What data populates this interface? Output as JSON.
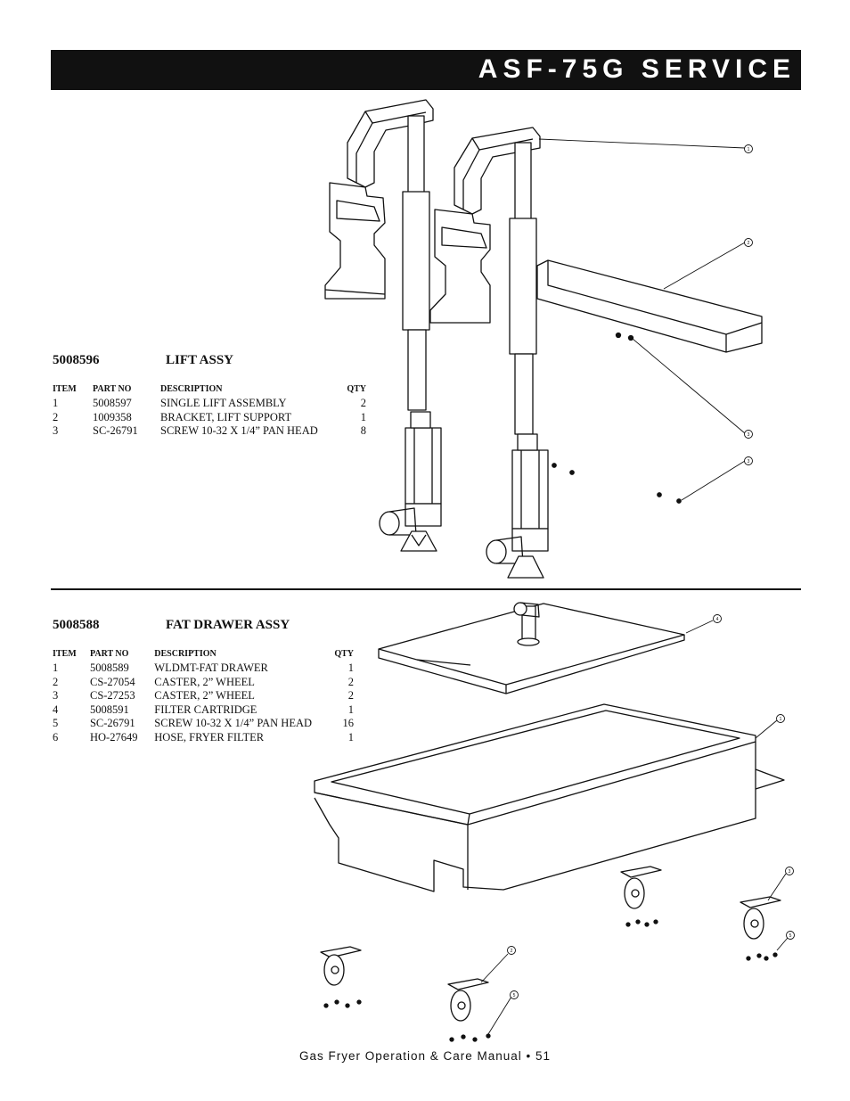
{
  "header": {
    "title": "ASF-75G SERVICE"
  },
  "lift_assy": {
    "part_number": "5008596",
    "name": "LIFT ASSY",
    "columns": {
      "item": "ITEM",
      "part_no": "PART NO",
      "description": "DESCRIPTION",
      "qty": "QTY"
    },
    "rows": [
      {
        "item": "1",
        "part_no": "5008597",
        "description": "SINGLE LIFT ASSEMBLY",
        "qty": "2"
      },
      {
        "item": "2",
        "part_no": "1009358",
        "description": "BRACKET, LIFT SUPPORT",
        "qty": "1"
      },
      {
        "item": "3",
        "part_no": "SC-26791",
        "description": "SCREW 10-32 X 1/4” PAN HEAD",
        "qty": "8"
      }
    ],
    "callouts": [
      "1",
      "2",
      "3",
      "3"
    ]
  },
  "fat_drawer_assy": {
    "part_number": "5008588",
    "name": "FAT DRAWER ASSY",
    "columns": {
      "item": "ITEM",
      "part_no": "PART NO",
      "description": "DESCRIPTION",
      "qty": "QTY"
    },
    "rows": [
      {
        "item": "1",
        "part_no": "5008589",
        "description": "WLDMT-FAT DRAWER",
        "qty": "1"
      },
      {
        "item": "2",
        "part_no": "CS-27054",
        "description": "CASTER, 2” WHEEL",
        "qty": "2"
      },
      {
        "item": "3",
        "part_no": "CS-27253",
        "description": "CASTER, 2” WHEEL",
        "qty": "2"
      },
      {
        "item": "4",
        "part_no": "5008591",
        "description": "FILTER CARTRIDGE",
        "qty": "1"
      },
      {
        "item": "5",
        "part_no": "SC-26791",
        "description": "SCREW 10-32 X 1/4” PAN HEAD",
        "qty": "16"
      },
      {
        "item": "6",
        "part_no": "HO-27649",
        "description": "HOSE, FRYER FILTER",
        "qty": "1"
      }
    ],
    "callouts": [
      "4",
      "1",
      "3",
      "5",
      "2",
      "5"
    ]
  },
  "footer": {
    "text": "Gas Fryer Operation & Care Manual • 51"
  },
  "colors": {
    "header_bg": "#111111",
    "header_text": "#ffffff",
    "line": "#111111"
  }
}
